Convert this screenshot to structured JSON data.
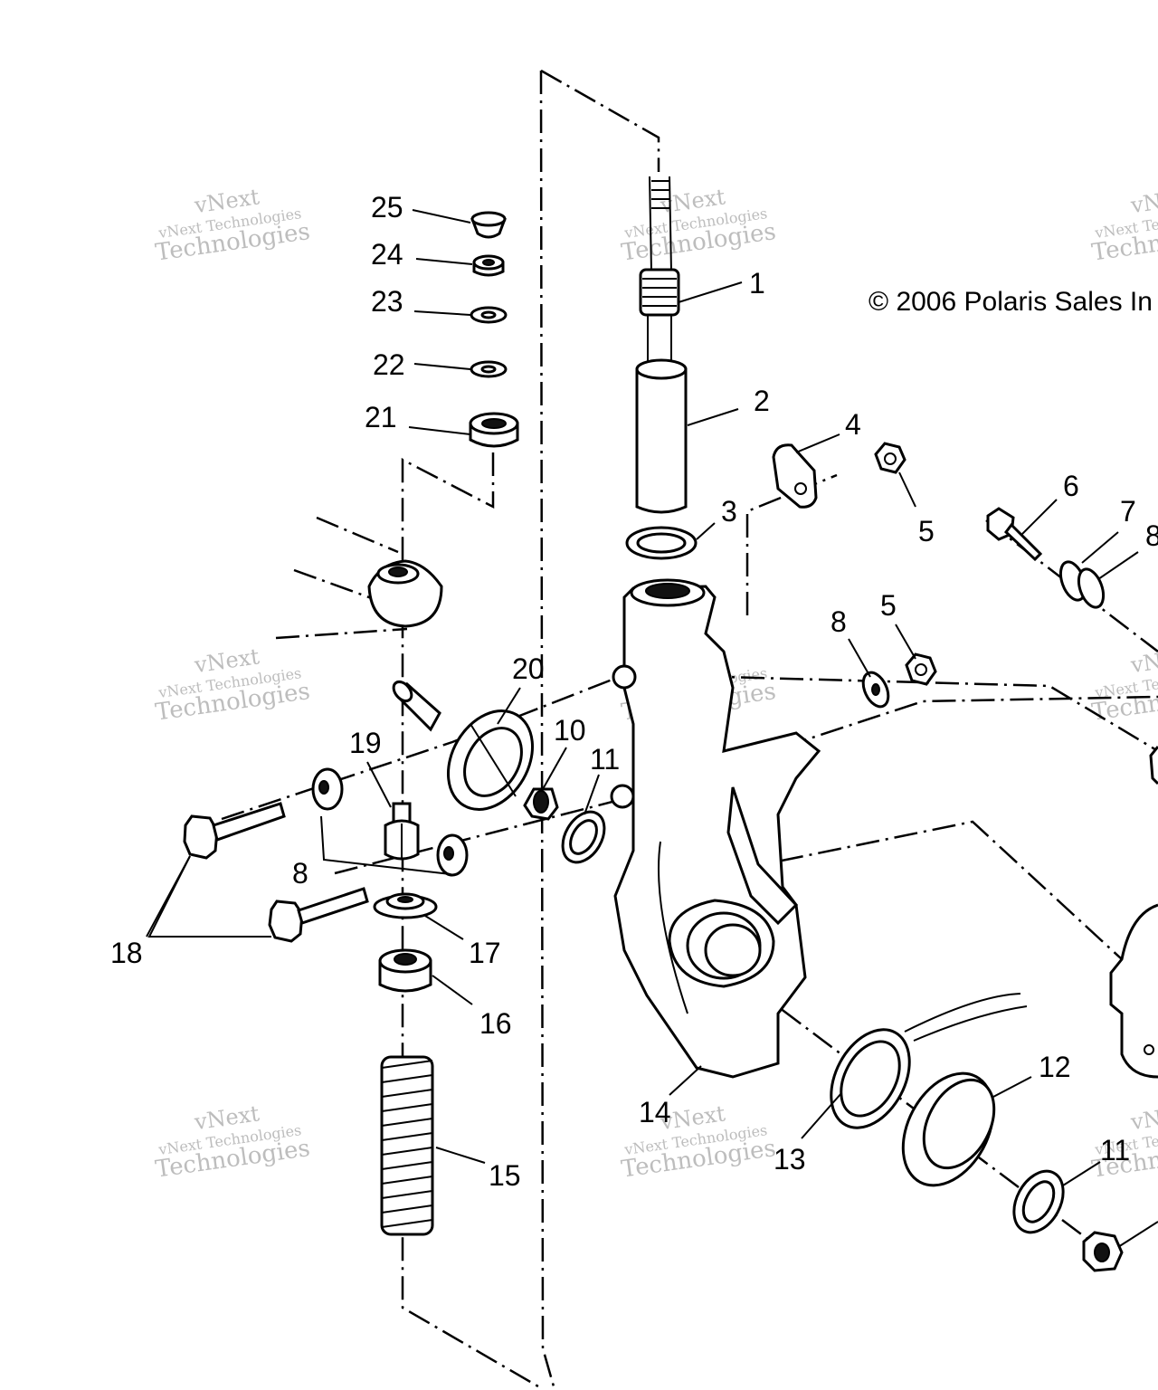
{
  "copyright": "© 2006 Polaris Sales In",
  "watermark": {
    "line1": "vNext",
    "line2": "vNext Technologies",
    "line3": "Technologies"
  },
  "callouts": {
    "c1": "1",
    "c2": "2",
    "c3": "3",
    "c4": "4",
    "c5a": "5",
    "c5b": "5",
    "c6": "6",
    "c7": "7",
    "c8a": "8",
    "c8b": "8",
    "c8c": "8",
    "c10": "10",
    "c11a": "11",
    "c11b": "11",
    "c12": "12",
    "c13": "13",
    "c14": "14",
    "c15": "15",
    "c16": "16",
    "c17": "17",
    "c18": "18",
    "c19": "19",
    "c20": "20",
    "c21": "21",
    "c22": "22",
    "c23": "23",
    "c24": "24",
    "c25": "25"
  }
}
